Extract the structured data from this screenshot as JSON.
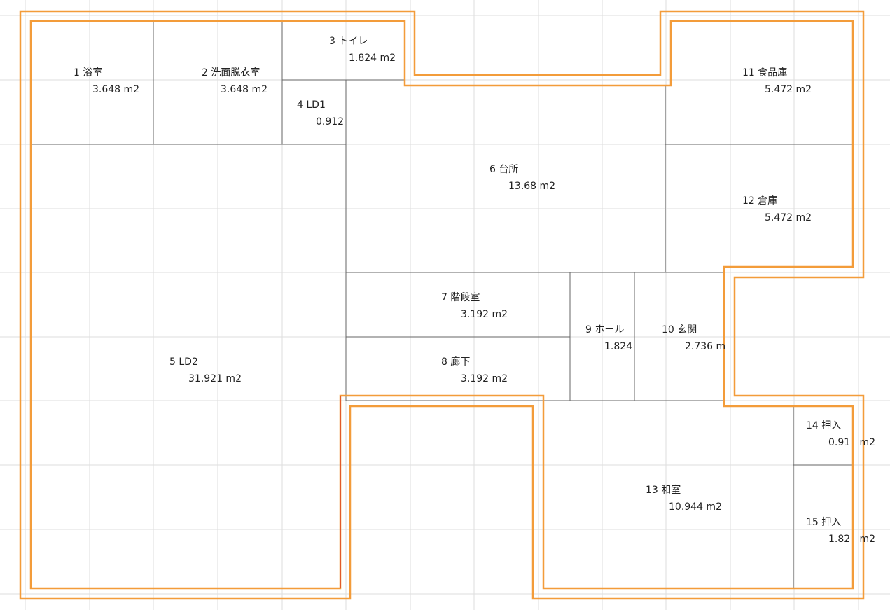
{
  "plan": {
    "grid_color": "#dddddd",
    "partition_color": "#666666",
    "wall_color": "#f39c3a",
    "wall_highlight_color": "#e05a2b",
    "rooms": [
      {
        "id": "1",
        "label": "1  浴室",
        "area": "3.648 m2"
      },
      {
        "id": "2",
        "label": "2  洗面脱衣室",
        "area": "3.648 m2"
      },
      {
        "id": "3",
        "label": "3 トイレ",
        "area": "1.824 m2"
      },
      {
        "id": "4",
        "label": "4  LD1",
        "area": "0.912"
      },
      {
        "id": "5",
        "label": "5  LD2",
        "area": "31.921 m2"
      },
      {
        "id": "6",
        "label": "6  台所",
        "area": "13.68 m2"
      },
      {
        "id": "7",
        "label": "7  階段室",
        "area": "3.192 m2"
      },
      {
        "id": "8",
        "label": "8  廊下",
        "area": "3.192 m2"
      },
      {
        "id": "9",
        "label": "9  ホール",
        "area": "1.824"
      },
      {
        "id": "10",
        "label": "10  玄関",
        "area": "2.736 m"
      },
      {
        "id": "11",
        "label": "11  食品庫",
        "area": "5.472 m2"
      },
      {
        "id": "12",
        "label": "12  倉庫",
        "area": "5.472 m2"
      },
      {
        "id": "13",
        "label": "13  和室",
        "area": "10.944 m2"
      },
      {
        "id": "14",
        "label": "14  押入",
        "area": "0.91   m2"
      },
      {
        "id": "15",
        "label": "15  押入",
        "area": "1.82   m2"
      }
    ]
  }
}
